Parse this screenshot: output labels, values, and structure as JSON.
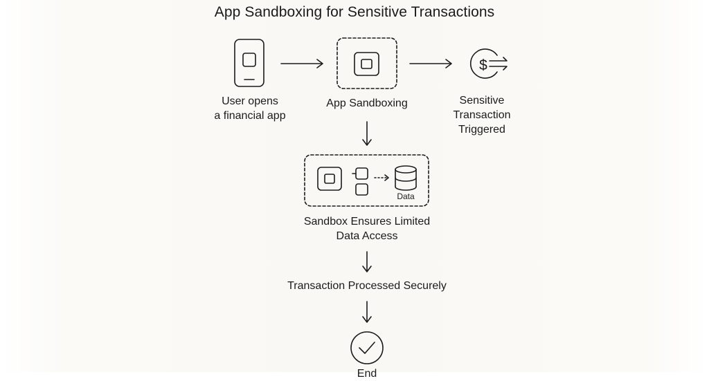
{
  "title": "App Sandboxing for Sensitive Transactions",
  "nodes": {
    "user_opens": {
      "line1": "User opens",
      "line2": "a financial app"
    },
    "app_sandboxing": {
      "label": "App Sandboxing"
    },
    "sensitive": {
      "line1": "Sensitive",
      "line2": "Transaction",
      "line3": "Triggered",
      "icon_symbol": "$"
    },
    "limited_access": {
      "line1": "Sandbox Ensures Limited",
      "line2": "Data Access",
      "data_label": "Data"
    },
    "processed": {
      "label": "Transaction Processed Securely"
    },
    "end": {
      "label": "End"
    }
  },
  "colors": {
    "stroke": "#1a1a1a",
    "background": "#faf8f4"
  },
  "icons": [
    "phone-icon",
    "sandbox-app-icon",
    "dollar-transfer-icon",
    "database-icon",
    "checkmark-icon"
  ]
}
